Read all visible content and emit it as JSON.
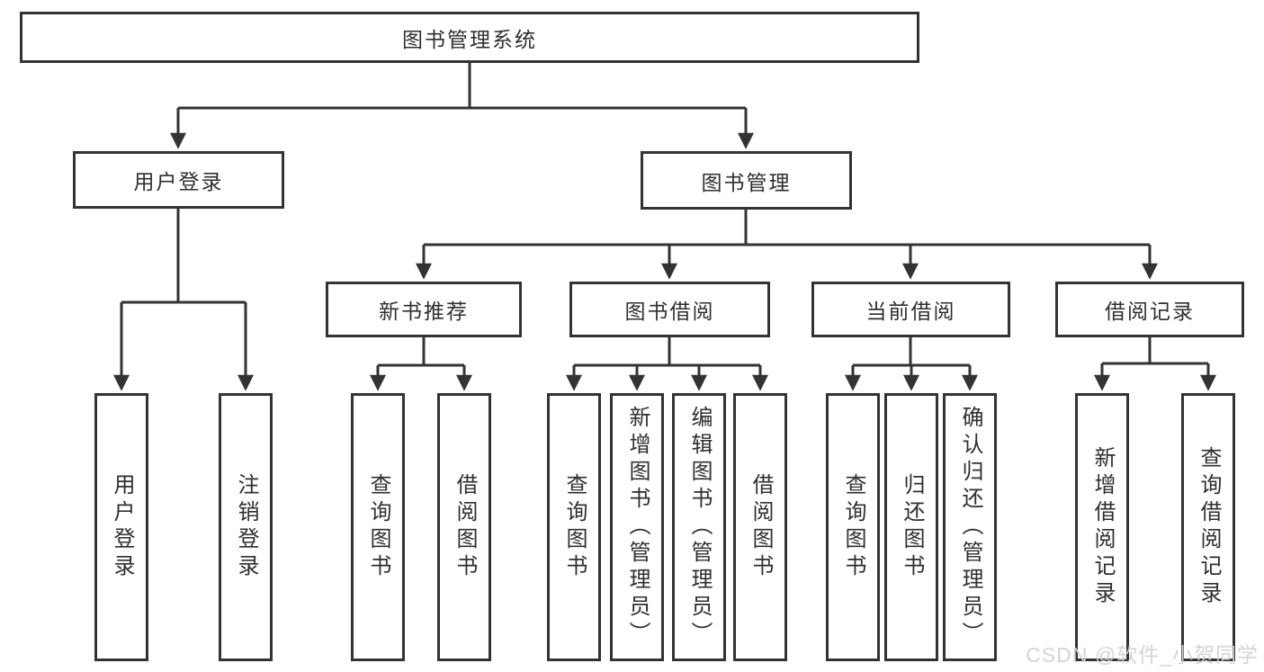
{
  "diagram": {
    "root": "图书管理系统",
    "branches": [
      {
        "label": "用户登录",
        "children": [
          "用户登录",
          "注销登录"
        ]
      },
      {
        "label": "图书管理",
        "children": [
          {
            "label": "新书推荐",
            "children": [
              "查询图书",
              "借阅图书"
            ]
          },
          {
            "label": "图书借阅",
            "children": [
              "查询图书",
              "新增图书（管理员）",
              "编辑图书（管理员）",
              "借阅图书"
            ]
          },
          {
            "label": "当前借阅",
            "children": [
              "查询图书",
              "归还图书",
              "确认归还（管理员）"
            ]
          },
          {
            "label": "借阅记录",
            "children": [
              "新增借阅记录",
              "查询借阅记录"
            ]
          }
        ]
      }
    ]
  },
  "watermark": "CSDN @软件_小贺同学",
  "colors": {
    "line": "#333333",
    "box_border": "#333333",
    "text": "#2f2f2f",
    "background": "#ffffff",
    "watermark": "#d3d3d3"
  }
}
